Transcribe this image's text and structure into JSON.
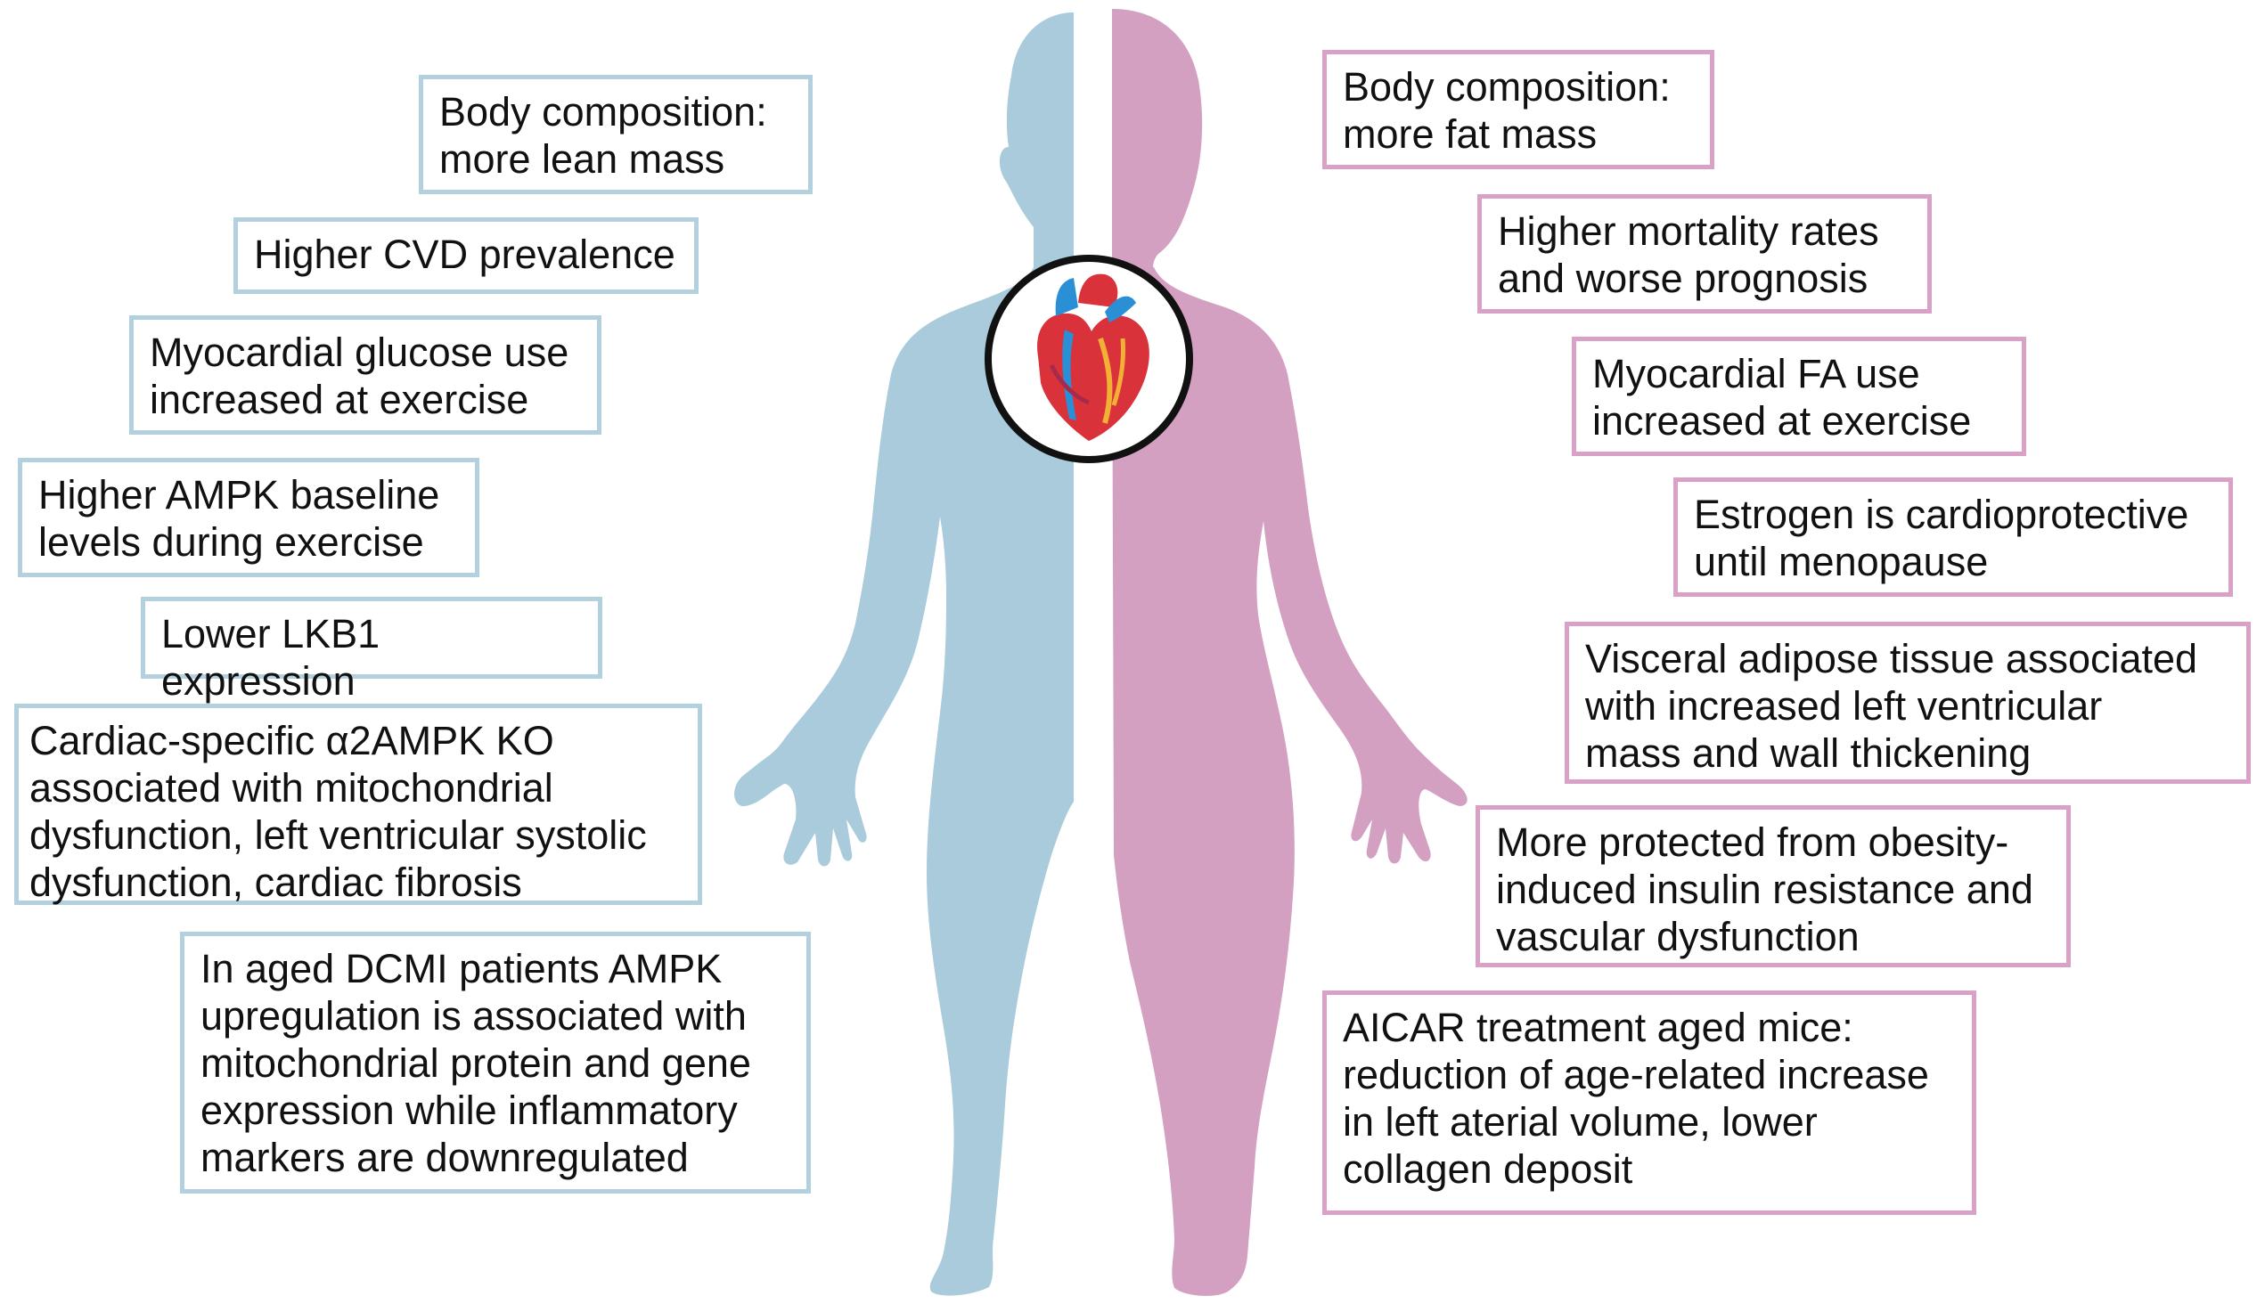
{
  "colors": {
    "male_body": "#a9cbdb",
    "female_body": "#d4a0c2",
    "male_border": "#b2d0de",
    "female_border": "#d9a1c6",
    "heart_red": "#d9323b",
    "heart_blue": "#2b8fd6"
  },
  "heart_icon": "heart-icon",
  "male_boxes": [
    "Body composition:\nmore lean mass",
    "Higher CVD prevalence",
    "Myocardial glucose use\nincreased at exercise",
    "Higher AMPK baseline\nlevels during exercise",
    "Lower LKB1 expression",
    "Cardiac-specific α2AMPK KO\nassociated with mitochondrial\ndysfunction, left ventricular systolic\ndysfunction, cardiac fibrosis",
    "In aged DCMI patients AMPK\nupregulation is associated with\nmitochondrial protein and gene\nexpression while inflammatory\nmarkers are downregulated"
  ],
  "female_boxes": [
    "Body composition:\nmore fat mass",
    "Higher mortality rates\nand worse prognosis",
    "Myocardial FA use\nincreased at exercise",
    "Estrogen is cardioprotective\nuntil menopause",
    "Visceral adipose tissue associated\nwith increased left ventricular\nmass and wall thickening",
    "More protected from obesity-\ninduced insulin resistance and\nvascular dysfunction",
    "AICAR treatment aged mice:\nreduction of age-related increase\nin left aterial volume, lower\ncollagen deposit"
  ]
}
